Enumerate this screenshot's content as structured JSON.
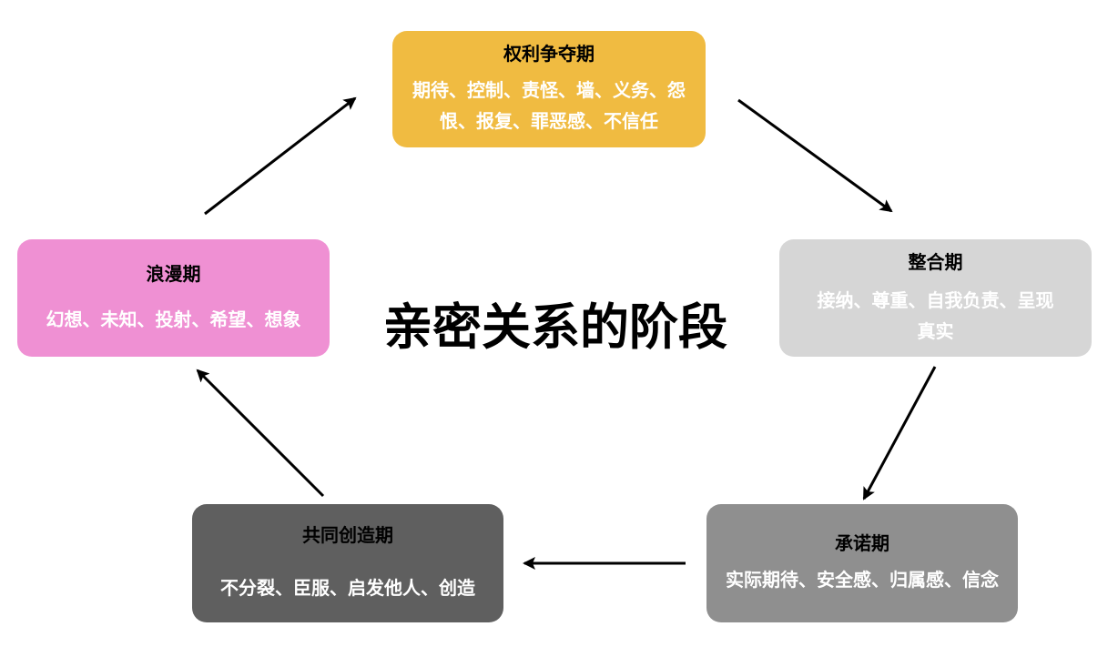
{
  "title": "亲密关系的阶段",
  "colors": {
    "power_struggle": "#F0BB41",
    "integration": "#D6D6D6",
    "commitment": "#8F8F8F",
    "co_creation": "#5F5F5F",
    "romance": "#EF90D3",
    "arrow": "#000000"
  },
  "stages": [
    {
      "id": "power_struggle",
      "title": "权利争夺期",
      "description": "期待、控制、责怪、墙、义务、怨恨、报复、罪恶感、不信任"
    },
    {
      "id": "integration",
      "title": "整合期",
      "description": "接纳、尊重、自我负责、呈现真实"
    },
    {
      "id": "commitment",
      "title": "承诺期",
      "description": "实际期待、安全感、归属感、信念"
    },
    {
      "id": "co_creation",
      "title": "共同创造期",
      "description": "不分裂、臣服、启发他人、创造"
    },
    {
      "id": "romance",
      "title": "浪漫期",
      "description": "幻想、未知、投射、希望、想象"
    }
  ],
  "flow": [
    {
      "from": "romance",
      "to": "power_struggle"
    },
    {
      "from": "power_struggle",
      "to": "integration"
    },
    {
      "from": "integration",
      "to": "commitment"
    },
    {
      "from": "commitment",
      "to": "co_creation"
    },
    {
      "from": "co_creation",
      "to": "romance"
    }
  ]
}
